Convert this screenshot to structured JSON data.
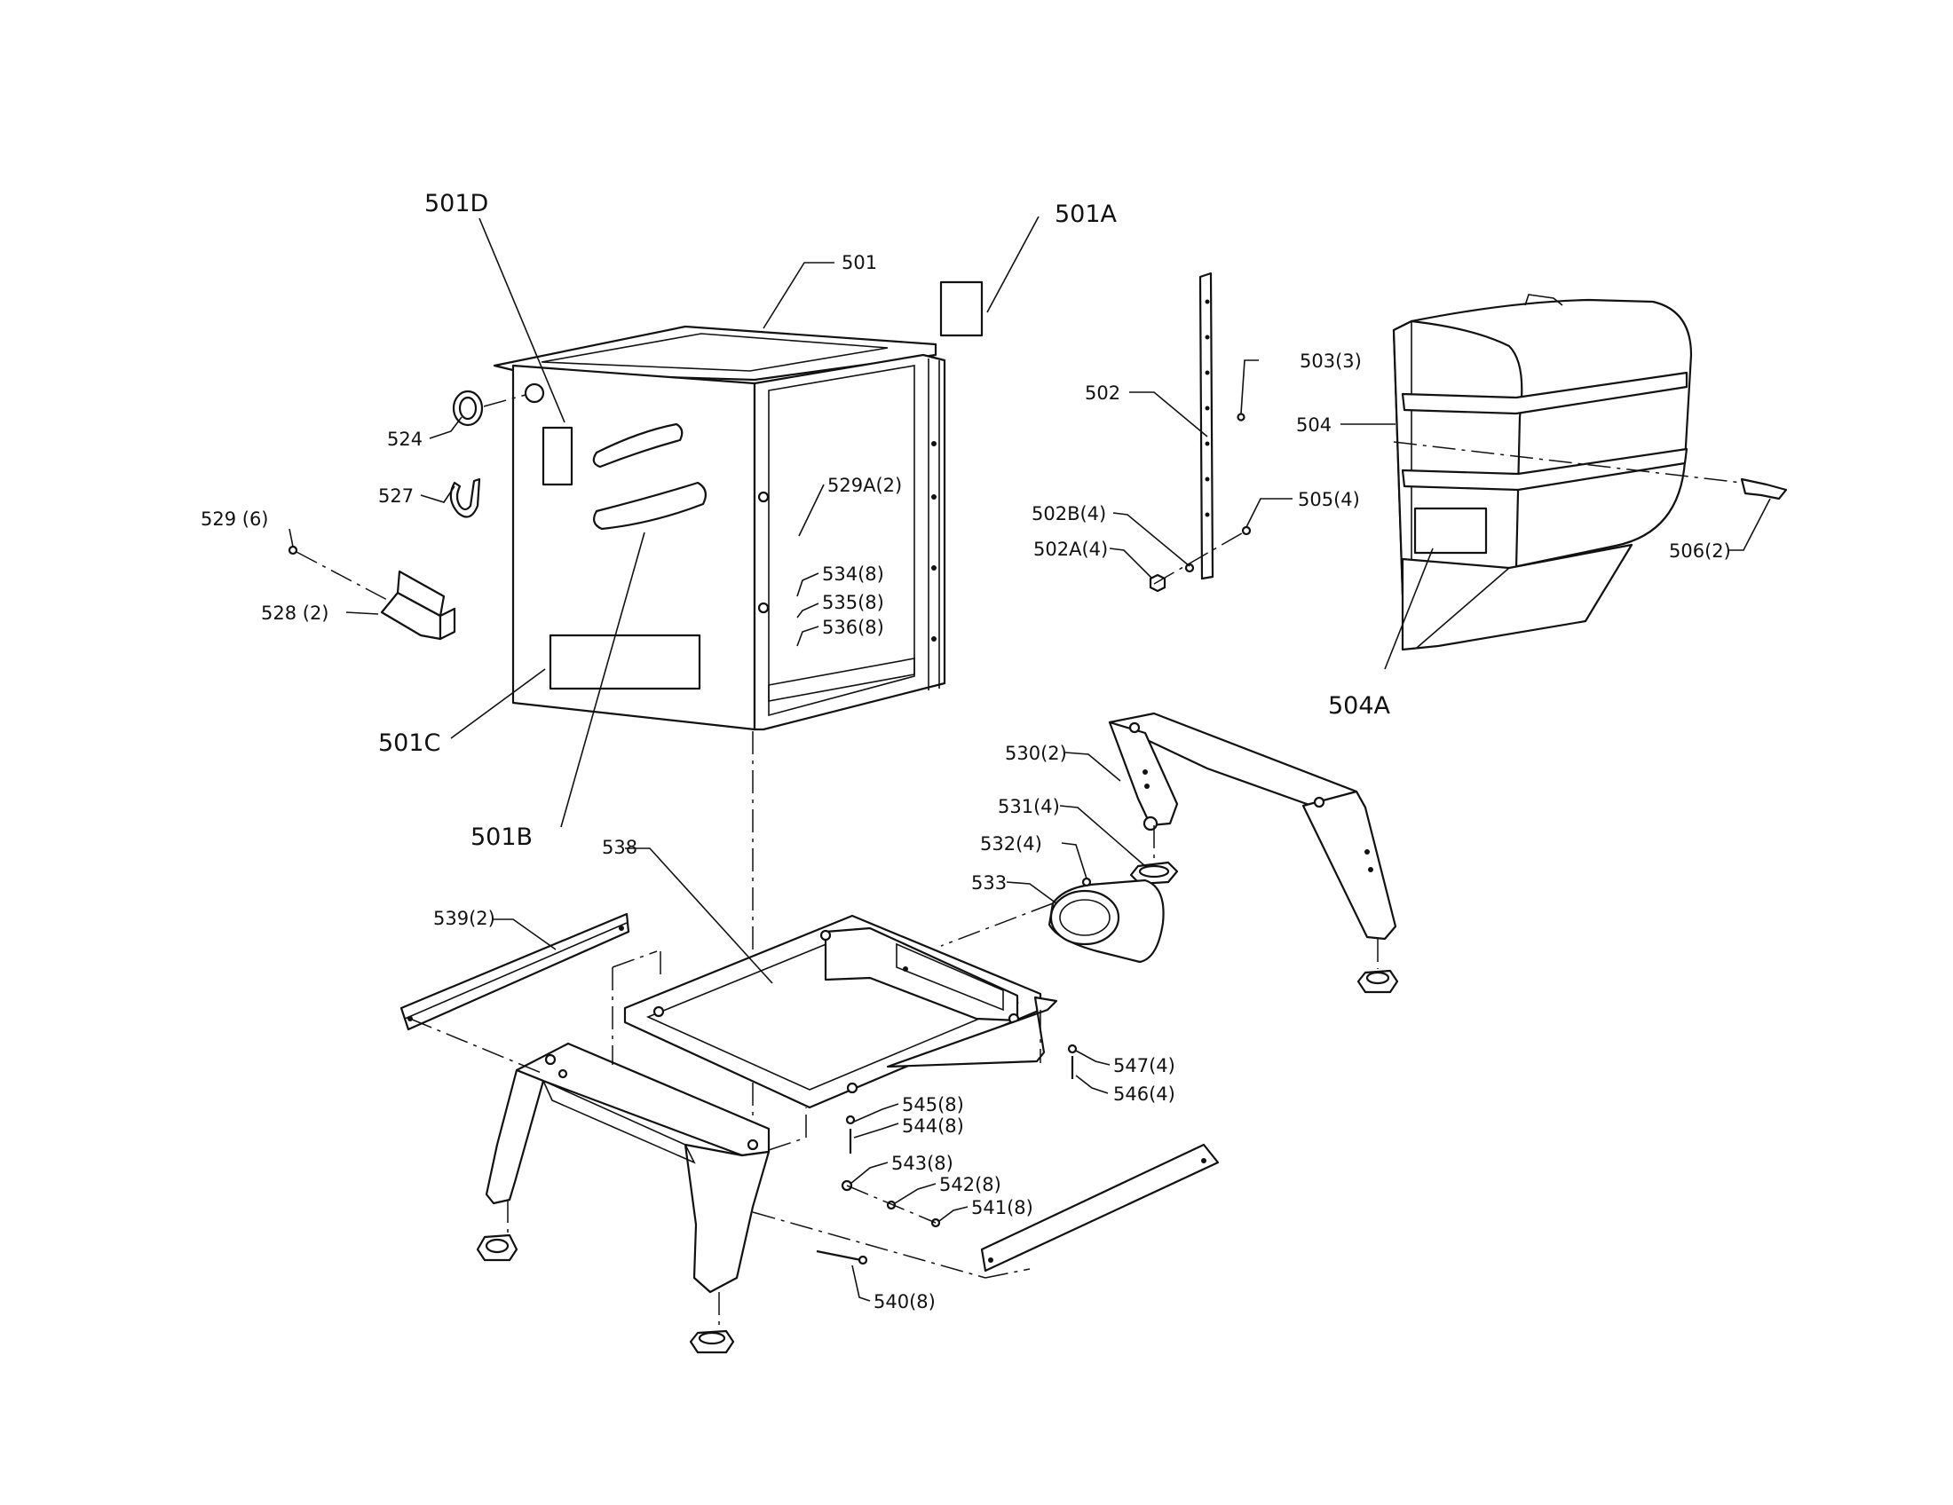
{
  "labels": {
    "501D": "501D",
    "501A": "501A",
    "501": "501",
    "524": "524",
    "527": "527",
    "529": "529 (6)",
    "528": "528 (2)",
    "529A": "529A(2)",
    "534": "534(8)",
    "535": "535(8)",
    "536": "536(8)",
    "501C": "501C",
    "501B": "501B",
    "502": "502",
    "503": "503(3)",
    "504": "504",
    "505": "505(4)",
    "502B": "502B(4)",
    "502A": "502A(4)",
    "506": "506(2)",
    "504A": "504A",
    "530": "530(2)",
    "531": "531(4)",
    "532": "532(4)",
    "533": "533",
    "538": "538",
    "539": "539(2)",
    "547": "547(4)",
    "546": "546(4)",
    "545": "545(8)",
    "544": "544(8)",
    "543": "543(8)",
    "542": "542(8)",
    "541": "541(8)",
    "540": "540(8)"
  }
}
